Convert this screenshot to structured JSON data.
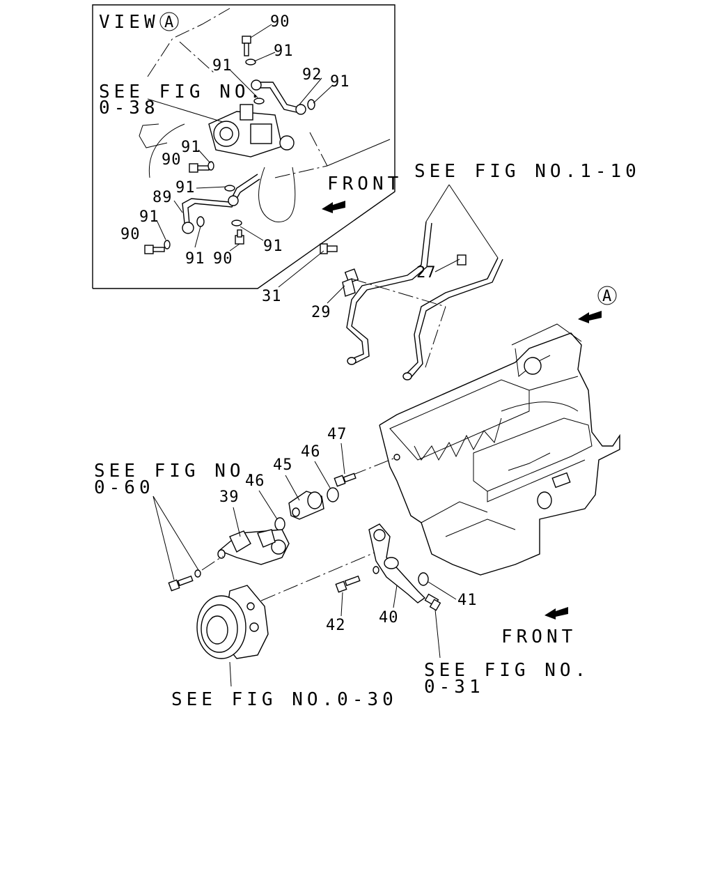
{
  "inset": {
    "title": "VIEW",
    "title_circle": "A",
    "note_line1": "SEE FIG NO.",
    "note_line2": "0-38",
    "front": "FRONT"
  },
  "notes": {
    "fig_1_10": "SEE FIG NO.1-10",
    "view_marker": "A",
    "fig_0_60_line1": "SEE FIG NO.",
    "fig_0_60_line2": "0-60",
    "fig_0_31_line1": "SEE FIG NO.",
    "fig_0_31_line2": "0-31",
    "fig_0_30": "SEE FIG NO.0-30",
    "front": "FRONT"
  },
  "callouts": {
    "inset_90_top": "90",
    "inset_91_top": "91",
    "inset_91_a": "91",
    "inset_92": "92",
    "inset_91_b": "91",
    "inset_91_c": "91",
    "inset_90_mid": "90",
    "inset_91_d": "91",
    "inset_89": "89",
    "inset_91_e": "91",
    "inset_90_low": "90",
    "inset_91_f": "91",
    "inset_91_g": "91",
    "inset_90_bot": "90",
    "p31": "31",
    "p29": "29",
    "p27": "27",
    "p47": "47",
    "p46_a": "46",
    "p45": "45",
    "p46_b": "46",
    "p39": "39",
    "p41": "41",
    "p42": "42",
    "p40": "40"
  }
}
